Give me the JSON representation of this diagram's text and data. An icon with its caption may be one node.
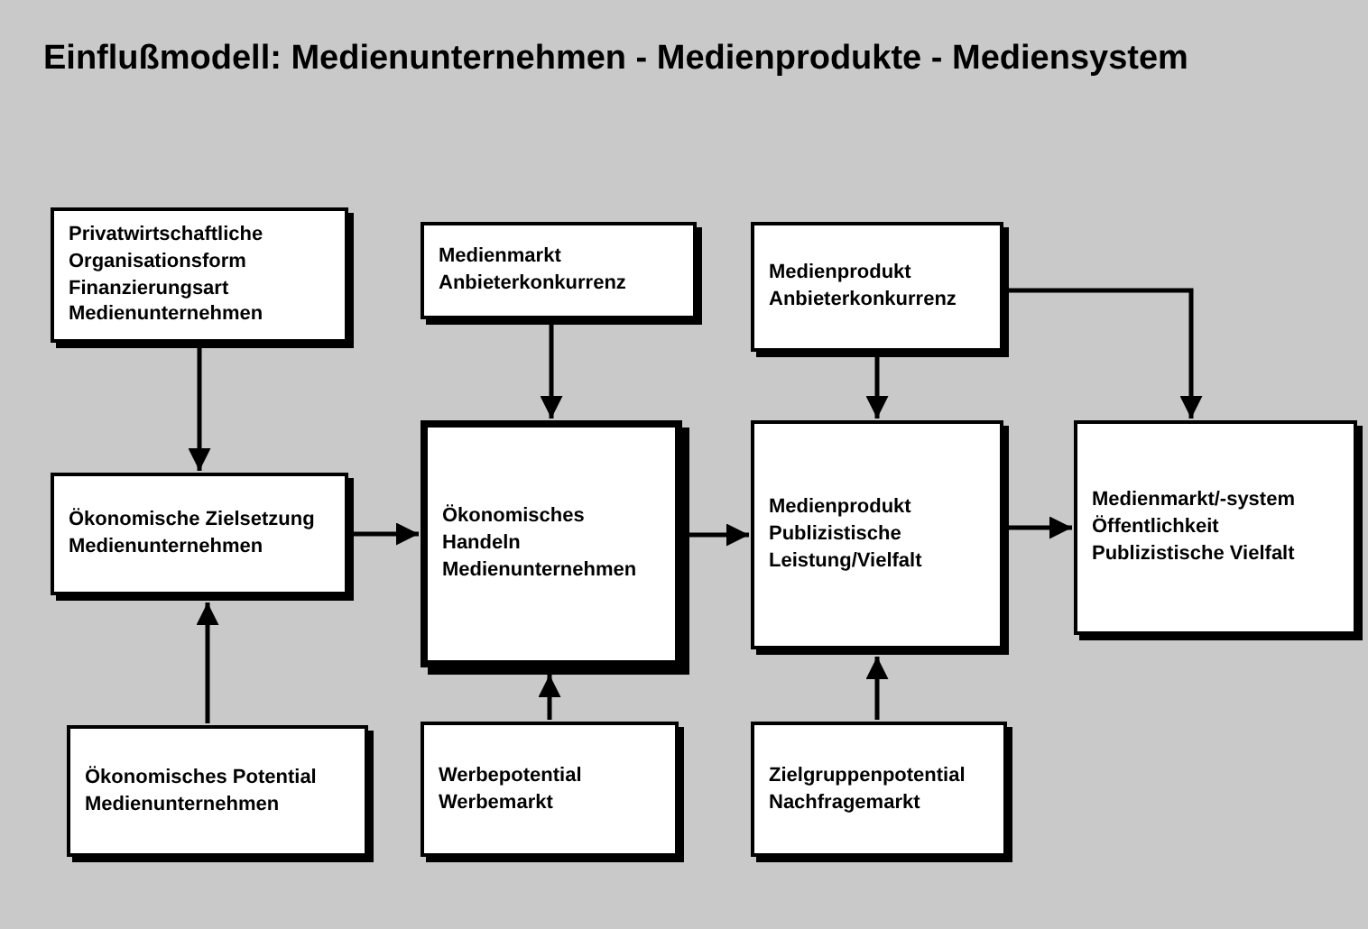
{
  "diagram": {
    "title": "Einflußmodell: Medienunternehmen - Medienprodukte - Mediensystem",
    "nodes": [
      {
        "text": [
          "Privatwirtschaftliche Organisationsform Finanzierungsart Medienunternehmen"
        ]
      },
      {
        "text": [
          "Medienmarkt Anbieterkonkurrenz"
        ]
      },
      {
        "text": [
          "Medienprodukt Anbieterkonkurrenz"
        ]
      },
      {
        "text": [
          "Ökonomische Zielsetzung Medienunternehmen"
        ]
      },
      {
        "text": [
          "Ökonomisches Handeln Medienunternehmen"
        ]
      },
      {
        "text": [
          "Medienprodukt Publizistische Leistung/Vielfalt"
        ]
      },
      {
        "text": [
          "Medienmarkt/-system Öffentlichkeit Publizistische Vielfalt"
        ]
      },
      {
        "text": [
          "Ökonomisches Potential Medienunternehmen"
        ]
      },
      {
        "text": [
          "Werbepotential Werbemarkt"
        ]
      },
      {
        "text": [
          "Zielgruppenpotential Nachfragemarkt"
        ]
      }
    ],
    "edges": [
      {
        "from": 0,
        "to": 3,
        "arrow": "to"
      },
      {
        "from": 7,
        "to": 3,
        "arrow": "to"
      },
      {
        "from": 3,
        "to": 4,
        "arrow": "to"
      },
      {
        "from": 1,
        "to": 4,
        "arrow": "to"
      },
      {
        "from": 8,
        "to": 4,
        "arrow": "to"
      },
      {
        "from": 4,
        "to": 5,
        "arrow": "to"
      },
      {
        "from": 2,
        "to": 5,
        "arrow": "to"
      },
      {
        "from": 9,
        "to": 5,
        "arrow": "to"
      },
      {
        "from": 5,
        "to": 6,
        "arrow": "to"
      },
      {
        "from": 2,
        "to": 6,
        "arrow": "to"
      }
    ]
  }
}
